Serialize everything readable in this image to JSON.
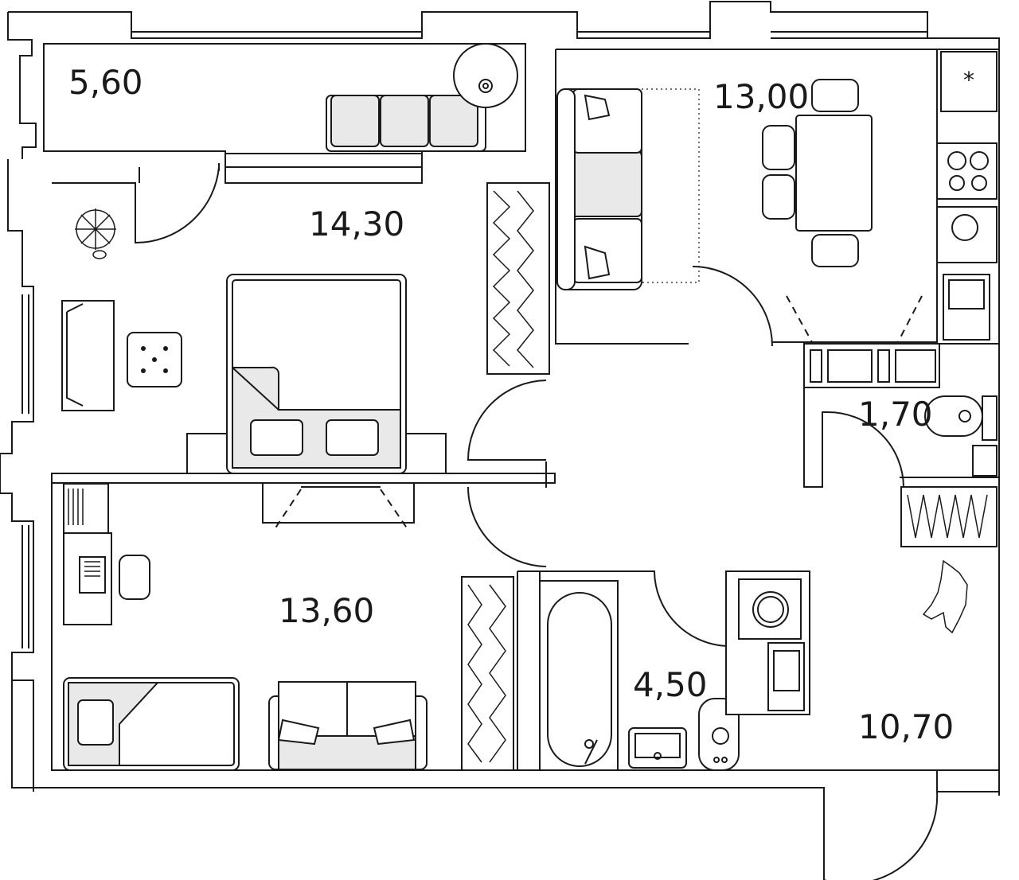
{
  "plan": {
    "rooms": [
      {
        "id": "balcony",
        "area": "5,60"
      },
      {
        "id": "bedroom",
        "area": "14,30"
      },
      {
        "id": "kitchen-living",
        "area": "13,00"
      },
      {
        "id": "wc",
        "area": "1,70"
      },
      {
        "id": "kids-room",
        "area": "13,60"
      },
      {
        "id": "bathroom",
        "area": "4,50"
      },
      {
        "id": "hallway",
        "area": "10,70"
      }
    ]
  }
}
